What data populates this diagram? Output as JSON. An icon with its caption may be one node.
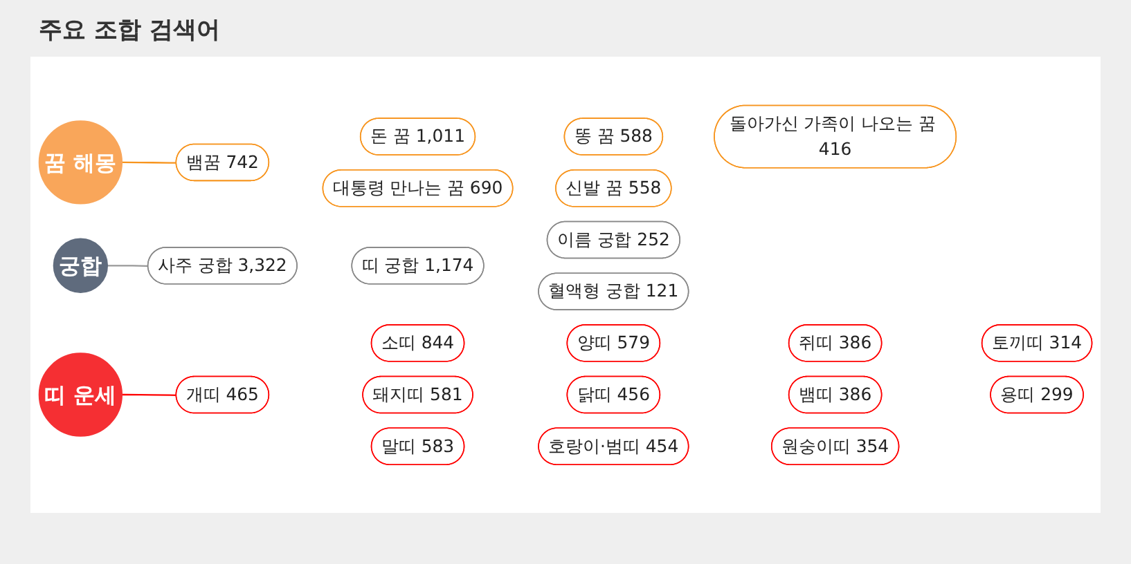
{
  "diagram": {
    "title": "주요 조합 검색어",
    "nodes": [
      {
        "text": [
          "꿈 해몽"
        ]
      },
      {
        "text": [
          "궁합"
        ]
      },
      {
        "text": [
          "띠 운세"
        ]
      },
      {
        "text": [
          "돈 꿈 1,011"
        ]
      },
      {
        "text": [
          "대통령 만나는 꿈 690"
        ]
      },
      {
        "text": [
          "뱀꿈 742"
        ]
      },
      {
        "text": [
          "똥 꿈 588"
        ]
      },
      {
        "text": [
          "신발 꿈 558"
        ]
      },
      {
        "text": [
          "돌아가신 가족이 나오는 꿈 416"
        ]
      },
      {
        "text": [
          "사주 궁합 3,322"
        ]
      },
      {
        "text": [
          "띠 궁합 1,174"
        ]
      },
      {
        "text": [
          "이름 궁합 252"
        ]
      },
      {
        "text": [
          "혈액형 궁합 121"
        ]
      },
      {
        "text": [
          "소띠 844"
        ]
      },
      {
        "text": [
          "돼지띠 581"
        ]
      },
      {
        "text": [
          "말띠 583"
        ]
      },
      {
        "text": [
          "양띠 579"
        ]
      },
      {
        "text": [
          "개띠 465"
        ]
      },
      {
        "text": [
          "닭띠 456"
        ]
      },
      {
        "text": [
          "호랑이·범띠 454"
        ]
      },
      {
        "text": [
          "쥐띠 386"
        ]
      },
      {
        "text": [
          "뱀띠 386"
        ]
      },
      {
        "text": [
          "원숭이띠 354"
        ]
      },
      {
        "text": [
          "토끼띠 314"
        ]
      },
      {
        "text": [
          "용띠 299"
        ]
      }
    ],
    "edges": [
      {
        "from": 0,
        "to": 5,
        "arrow": "none",
        "color": "#f7941d"
      },
      {
        "from": 1,
        "to": 9,
        "arrow": "none",
        "color": "#999999"
      },
      {
        "from": 2,
        "to": 17,
        "arrow": "none",
        "color": "#ff0000"
      }
    ]
  }
}
